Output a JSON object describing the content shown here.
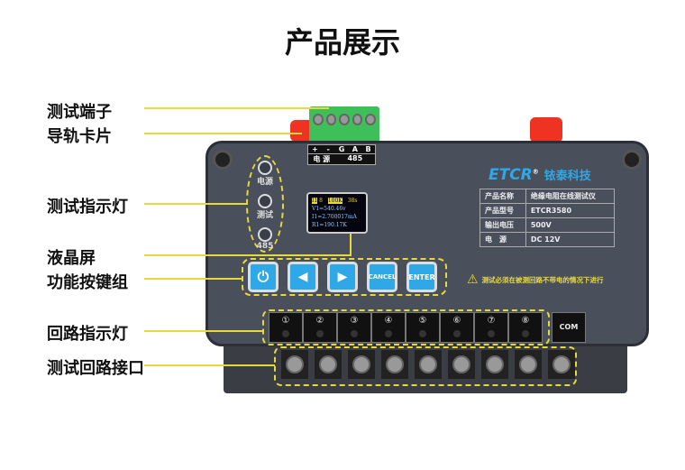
{
  "title": "产品展示",
  "callouts": [
    "测试端子",
    "导轨卡片",
    "测试指示灯",
    "液晶屏",
    "功能按键组",
    "回路指示灯",
    "测试回路接口"
  ],
  "terminal_labels": [
    "+",
    "-",
    "G",
    "A",
    "B"
  ],
  "terminal_group_labels": [
    "电 源",
    "485"
  ],
  "indicators": [
    "电源",
    "测试",
    "485"
  ],
  "screen": {
    "tag1": "I1",
    "tag1b": "8",
    "tag2": "100K",
    "tag3": "38s",
    "line1": "V1=540.46v",
    "line2": "I1=2.700017mA",
    "line3": "R1=190.17K"
  },
  "brand": {
    "logo": "ETCR",
    "reg": "®",
    "name": "铱泰科技"
  },
  "spec": [
    [
      "产品名称",
      "绝缘电阻在线测试仪"
    ],
    [
      "产品型号",
      "ETCR3580"
    ],
    [
      "输出电压",
      "500V"
    ],
    [
      "电　源",
      "DC 12V"
    ]
  ],
  "buttons": {
    "power": "⏻",
    "left": "◀",
    "right": "▶",
    "cancel": "CANCEL",
    "enter": "ENTER"
  },
  "warning": "测试必须在被测回路不带电的情况下进行",
  "channels": [
    "①",
    "②",
    "③",
    "④",
    "⑤",
    "⑥",
    "⑦",
    "⑧"
  ],
  "com": "COM",
  "colors": {
    "accent": "#e8d93a",
    "button": "#2fa8e8",
    "body": "#4a4f5c"
  }
}
